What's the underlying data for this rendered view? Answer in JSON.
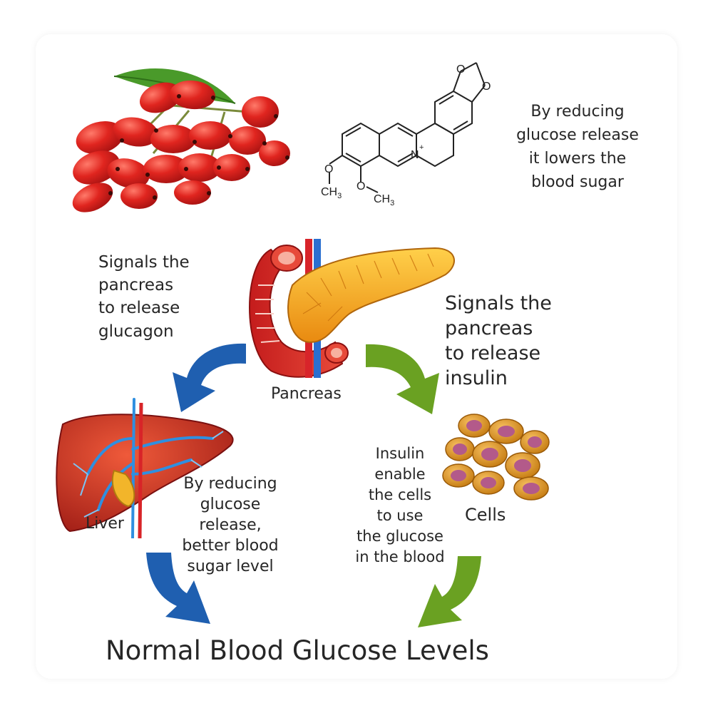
{
  "molecule": {
    "atoms": {
      "o": "O",
      "n": "N",
      "plus": "+",
      "ch3": "CH",
      "sub3": "3"
    }
  },
  "captions": {
    "molecule_effect": [
      "By reducing",
      "glucose release",
      "it lowers the",
      "blood sugar"
    ],
    "glucagon_signal": [
      "Signals the",
      "pancreas",
      "to release",
      "glucagon"
    ],
    "insulin_signal": [
      "Signals the",
      "pancreas",
      "to release",
      "insulin"
    ],
    "liver_effect": [
      "By reducing",
      "glucose",
      "release,",
      "better blood",
      "sugar level"
    ],
    "insulin_effect": [
      "Insulin",
      "enable",
      "the cells",
      "to use",
      "the glucose",
      "in the blood"
    ]
  },
  "organs": {
    "pancreas": "Pancreas",
    "liver": "Liver",
    "cells": "Cells"
  },
  "result_title": "Normal Blood Glucose Levels",
  "colors": {
    "blue_arrow": "#1f5fb0",
    "green_arrow": "#6aa122",
    "berry_red": "#d8232a",
    "pancreas_yellow": "#f3a51d",
    "liver_red": "#c8261f"
  }
}
